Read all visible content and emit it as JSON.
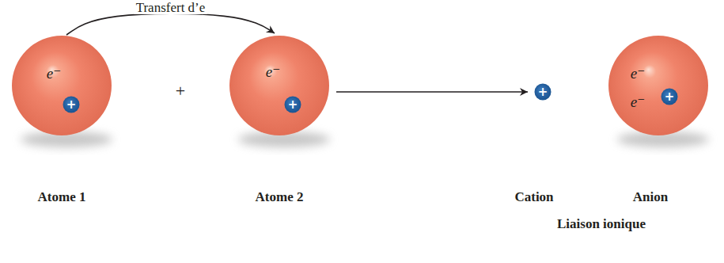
{
  "diagram": {
    "nodes": [
      {
        "text": [
          "e⁻",
          "Atome 1"
        ]
      },
      {
        "text": [
          "+"
        ],
        "in": 0
      },
      {
        "text": [
          "e⁻",
          "Atome 2"
        ]
      },
      {
        "text": [
          "+"
        ],
        "in": 2
      },
      {
        "text": [
          "+",
          "Cation"
        ]
      },
      {
        "text": [
          "e⁻",
          "e⁻",
          "Anion"
        ]
      },
      {
        "text": [
          "+"
        ],
        "in": 5
      }
    ],
    "edges": [
      {
        "from": 0,
        "to": 2,
        "arrow": "to",
        "label": "Transfert d’e"
      },
      {
        "from": 2,
        "to": 4,
        "arrow": "to"
      }
    ],
    "labels": [
      "+",
      "Liaison ionique"
    ]
  }
}
